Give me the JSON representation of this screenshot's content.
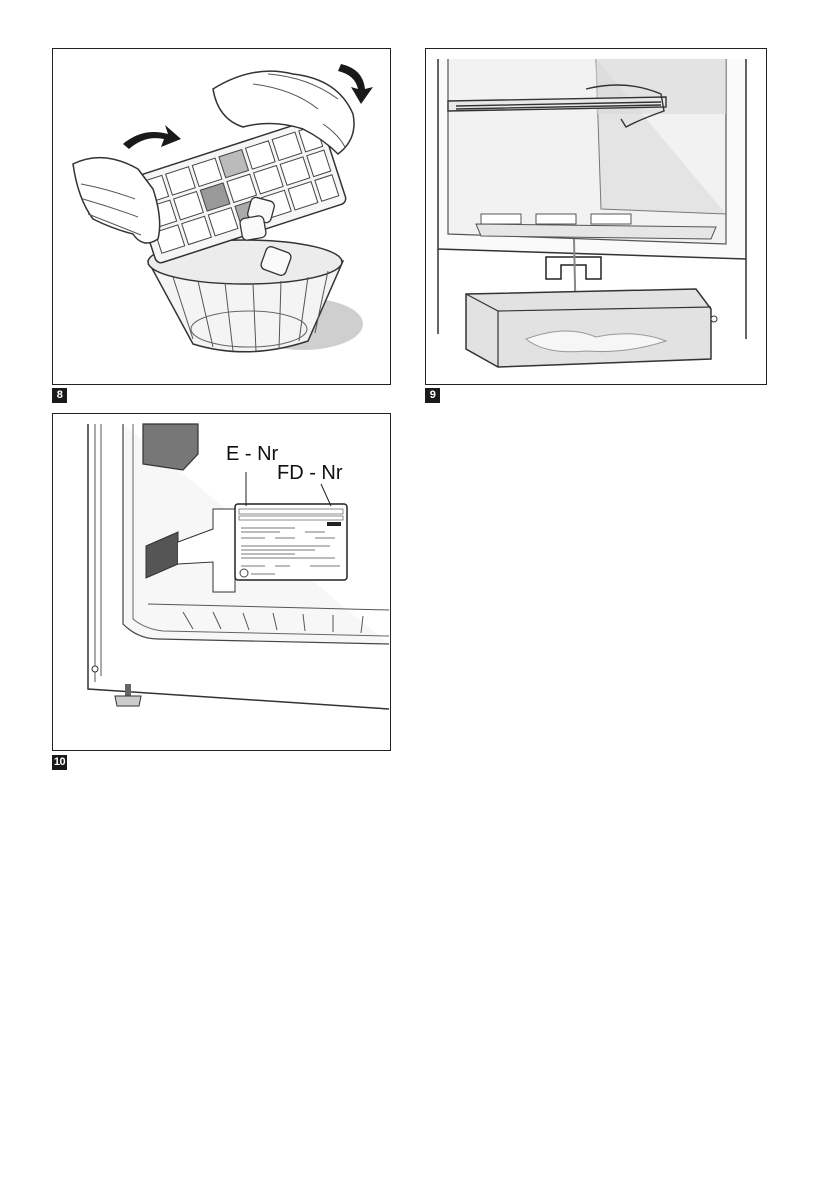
{
  "figures": [
    {
      "number": "8"
    },
    {
      "number": "9"
    },
    {
      "number": "10"
    }
  ],
  "rating_plate": {
    "e_nr_label": "E - Nr",
    "fd_nr_label": "FD - Nr"
  }
}
